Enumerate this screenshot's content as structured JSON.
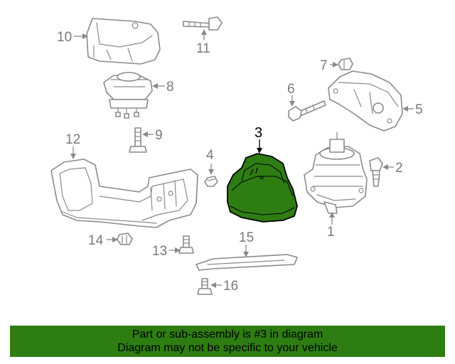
{
  "diagram": {
    "callouts": {
      "c1": "1",
      "c2": "2",
      "c3": "3",
      "c4": "4",
      "c5": "5",
      "c6": "6",
      "c7": "7",
      "c8": "8",
      "c9": "9",
      "c10": "10",
      "c11": "11",
      "c12": "12",
      "c13": "13",
      "c14": "14",
      "c15": "15",
      "c16": "16"
    },
    "highlighted_part": "3",
    "colors": {
      "highlight": "#2e7d12",
      "line": "#8a8a8a",
      "banner": "#2e7d12"
    }
  },
  "banner": {
    "line1": "Part or sub-assembly is #3 in diagram",
    "line2": "Diagram may not be specific to your vehicle"
  }
}
